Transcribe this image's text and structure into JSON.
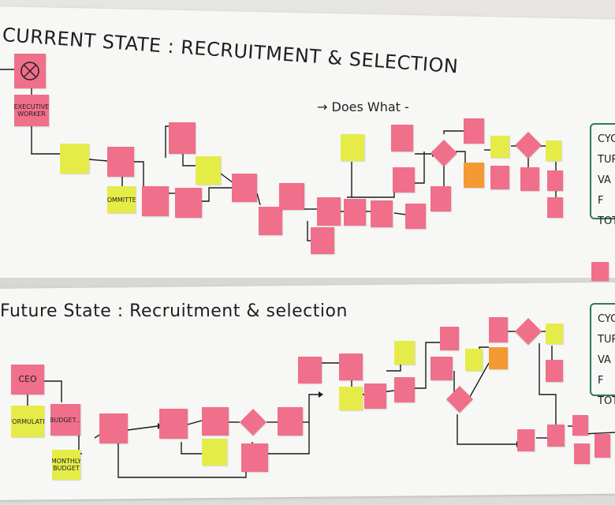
{
  "top_title": "CURRENT STATE : RECRUITMENT & SELECTION",
  "top_subhead": "→ Does What -",
  "bottom_title": "Future State : Recruitment & selection",
  "start_note": "EXECUTIVE WORKER",
  "top_note_1": "COMMITTEE",
  "bottom_ceo": "CEO",
  "bottom_note_1": "FORMULATE",
  "bottom_note_2": "BUDGET...",
  "bottom_note_3": "MONTHLY BUDGET",
  "cycle_top": [
    "CYC",
    "TUR",
    "VA F",
    "TOT"
  ],
  "cycle_bottom": [
    "CYC",
    "TUR",
    "VA F",
    "TOT"
  ]
}
